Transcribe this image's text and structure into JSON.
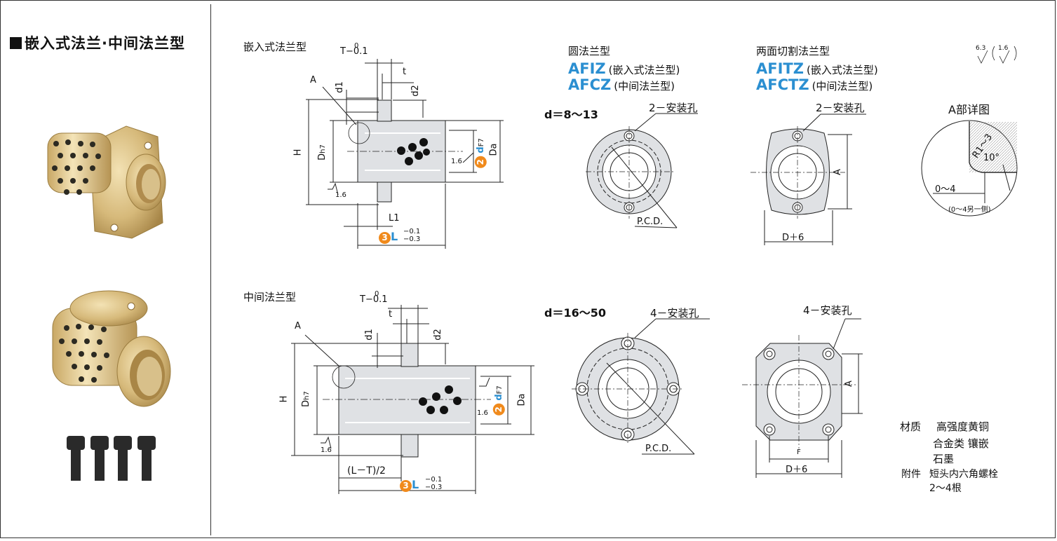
{
  "sidebar": {
    "title": "嵌入式法兰·中间法兰型"
  },
  "section_top": {
    "title": "嵌入式法兰型"
  },
  "section_bottom": {
    "title": "中间法兰型"
  },
  "round": {
    "title": "圆法兰型",
    "code1": "AFIZ",
    "note1": "(嵌入式法兰型)",
    "code2": "AFCZ",
    "note2": "(中间法兰型)",
    "range_small": "d＝8～13",
    "range_large": "d＝16～50",
    "holes_small": "2－安装孔",
    "holes_large": "4－安装孔",
    "pcd": "P.C.D."
  },
  "cut": {
    "title": "两面切割法兰型",
    "code1": "AFITZ",
    "note1": "(嵌入式法兰型)",
    "code2": "AFCTZ",
    "note2": "(中间法兰型)",
    "holes_small": "2－安装孔",
    "holes_large": "4－安装孔",
    "dim_a": "A",
    "dim_d6": "D＋6",
    "dim_f": "F"
  },
  "roughness": {
    "main": "6.3",
    "other": "1.6"
  },
  "detail": {
    "title": "A部详图",
    "radius": "R1～3",
    "angle": "10°",
    "length": "0～4",
    "note": "(0～4另一侧)"
  },
  "dims": {
    "T": "T",
    "T_up": "0",
    "T_low": "−0.1",
    "t": "t",
    "d1": "d1",
    "d2": "d2",
    "A": "A",
    "H": "H",
    "Dh7": "D",
    "Dh7_sub": "h7",
    "d": "d",
    "dF7_sub": "F7",
    "Da": "Da",
    "L1": "L1",
    "L": "L",
    "L_up": "−0.1",
    "L_low": "−0.3",
    "LT": "(L－T)/2",
    "rough": "1.6",
    "n2": "2",
    "n3": "3"
  },
  "material": {
    "label": "材质",
    "value1": "高强度黄铜",
    "value2": "合金类  镶嵌",
    "value3": "石墨",
    "acc_label": "附件",
    "acc1": "短头内六角螺栓",
    "acc2": "2～4根"
  }
}
